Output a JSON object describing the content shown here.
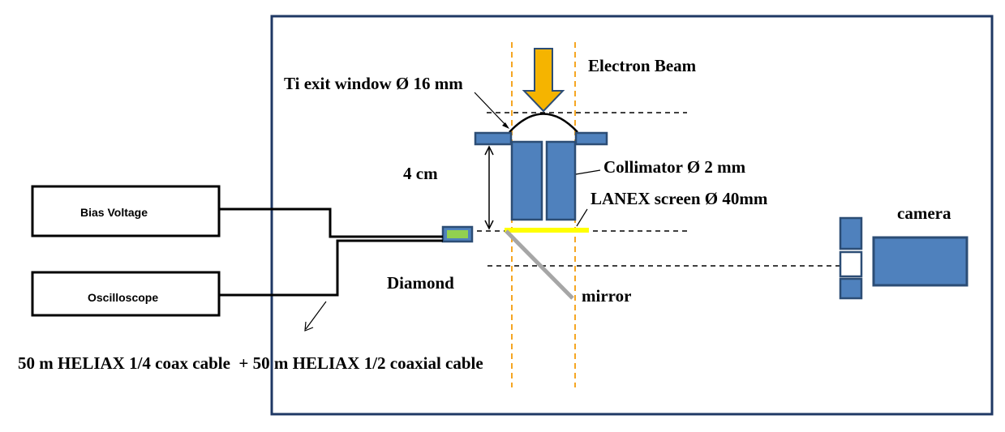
{
  "labels": {
    "electron_beam": "Electron Beam",
    "ti_window": "Ti exit window Ø 16 mm",
    "distance": "4 cm",
    "collimator": "Collimator Ø 2 mm",
    "lanex": "LANEX screen Ø 40mm",
    "camera": "camera",
    "diamond": "Diamond",
    "mirror": "mirror",
    "bias_voltage": "Bias Voltage",
    "oscilloscope": "Oscilloscope",
    "cable": "50 m HELIAX 1/4 coax cable  + 50 m HELIAX 1/2 coaxial cable"
  },
  "colors": {
    "frame": "#1f3864",
    "block_fill": "#4f81bd",
    "block_stroke": "#2c4d75",
    "beam_guide": "#f5a623",
    "arrow_fill": "#f5b400",
    "lanex": "#ffff00",
    "diamond_fill": "#92d050",
    "mirror": "#a6a6a6",
    "cable": "#000000"
  }
}
